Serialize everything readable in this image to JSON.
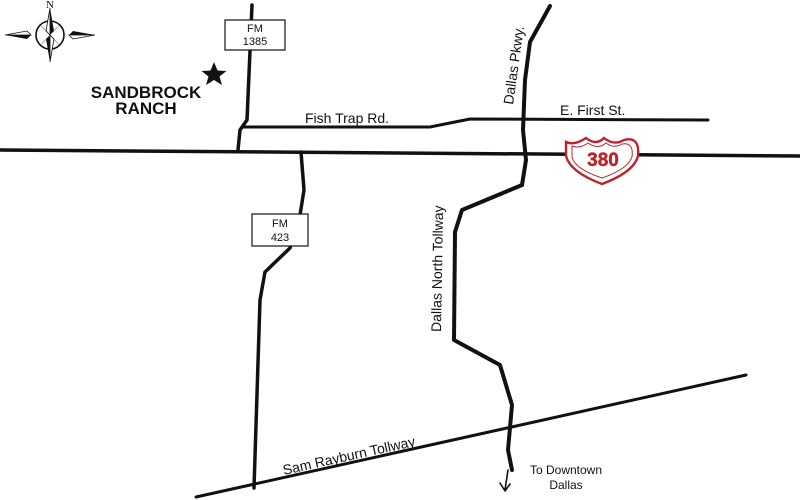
{
  "compass": {
    "north_label": "N"
  },
  "landmark": {
    "line1": "SANDBROCK",
    "line2": "RANCH",
    "marker_icon": "star-icon"
  },
  "roads": {
    "fish_trap": "Fish Trap Rd.",
    "first_st": "E. First St.",
    "dallas_pkwy": "Dallas Pkwy.",
    "dnt": "Dallas North Tollway",
    "sam_rayburn": "Sam Rayburn Tollway"
  },
  "shields": {
    "fm1385": {
      "line1": "FM",
      "line2": "1385"
    },
    "fm423": {
      "line1": "FM",
      "line2": "423"
    },
    "us380": {
      "number": "380"
    }
  },
  "destination": {
    "line1": "To Downtown",
    "line2": "Dallas"
  },
  "colors": {
    "road": "#111111",
    "us_shield": "#c0202a",
    "background": "#ffffff"
  }
}
